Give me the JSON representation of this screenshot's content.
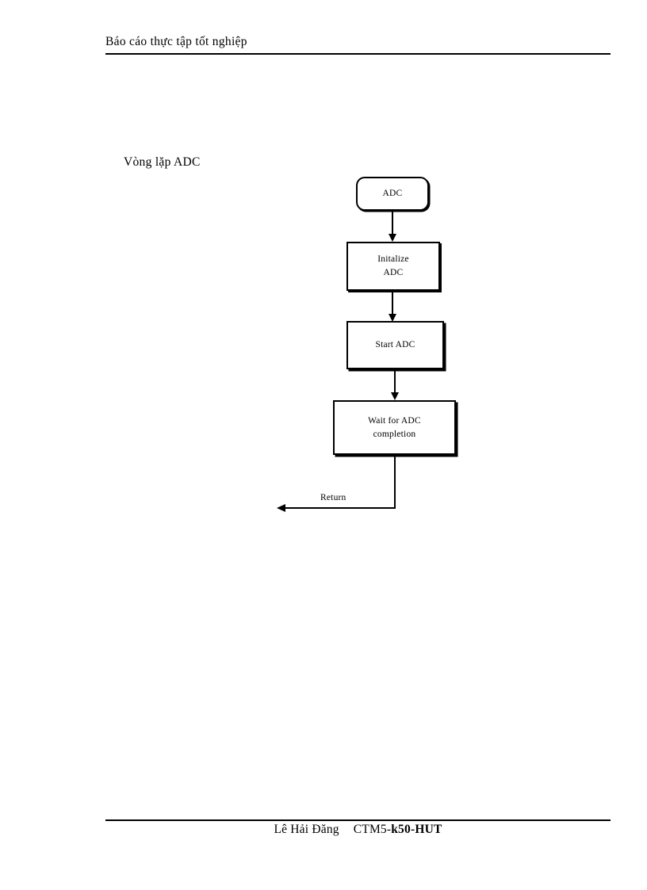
{
  "document": {
    "header": {
      "text": "Báo cáo thực tập tốt nghiệp"
    },
    "footer": {
      "author": "Lê Hải Đăng",
      "class_prefix": "CTM5-",
      "class_bold": "k50-HUT"
    },
    "body": {
      "caption": "Vòng lặp ADC"
    }
  },
  "flowchart": {
    "title": "Vòng lặp ADC",
    "nodes": [
      {
        "id": "adc",
        "shape": "terminal",
        "label": "ADC"
      },
      {
        "id": "init",
        "shape": "process",
        "line1": "Initalize",
        "line2": "ADC"
      },
      {
        "id": "start",
        "shape": "process",
        "label": "Start ADC"
      },
      {
        "id": "wait",
        "shape": "process",
        "line1": "Wait for ADC",
        "line2": "completion"
      }
    ],
    "edges": [
      {
        "from": "adc",
        "to": "init",
        "label": ""
      },
      {
        "from": "init",
        "to": "start",
        "label": ""
      },
      {
        "from": "start",
        "to": "wait",
        "label": ""
      },
      {
        "from": "wait",
        "to": "exit",
        "label": "Return"
      }
    ],
    "return_label": "Return"
  }
}
